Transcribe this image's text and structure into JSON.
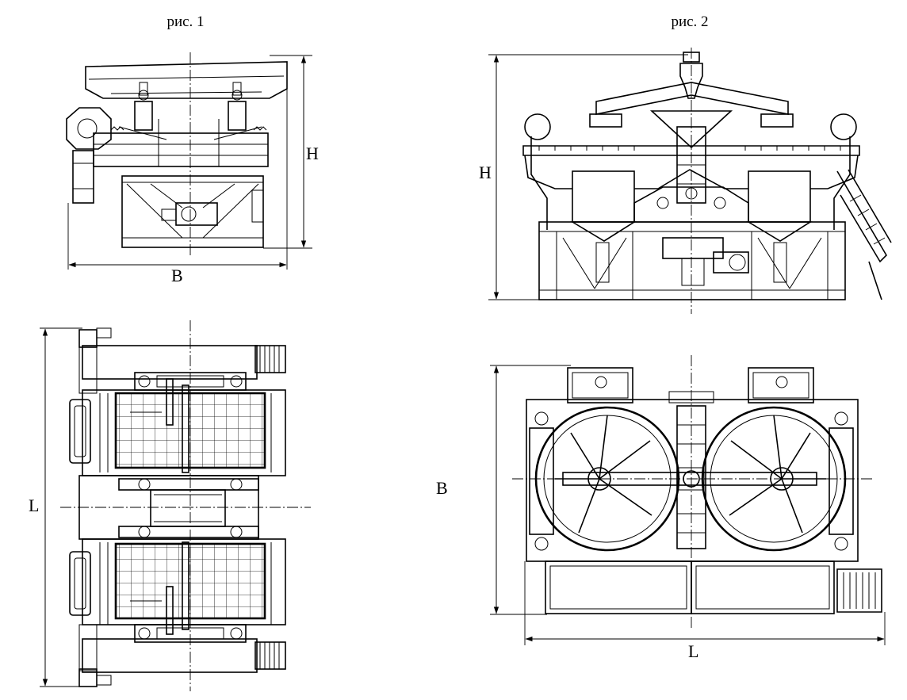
{
  "figures": {
    "fig1": {
      "caption": "рис. 1"
    },
    "fig2": {
      "caption": "рис. 2"
    }
  },
  "dimensions": {
    "fig1_front_height": "H",
    "fig1_front_width": "B",
    "fig1_plan_length": "L",
    "fig2_front_height": "H",
    "fig2_plan_width": "B",
    "fig2_plan_length": "L"
  }
}
